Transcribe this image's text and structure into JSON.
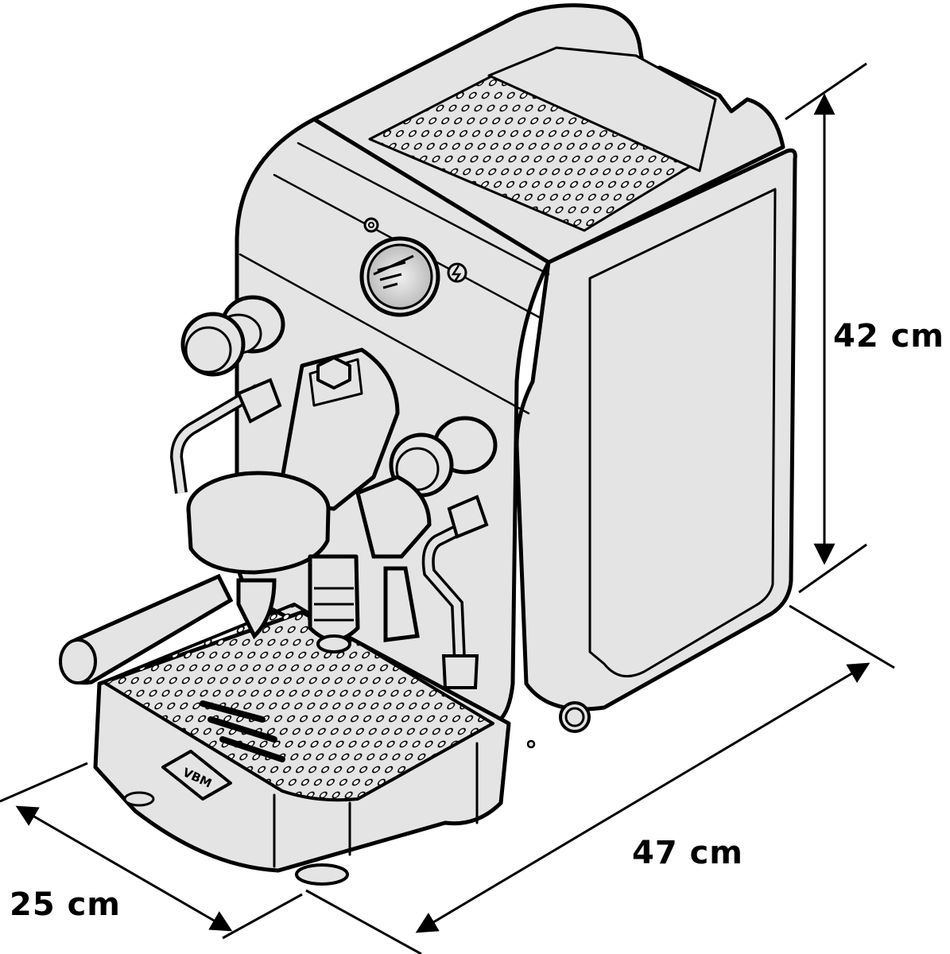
{
  "dimensions": {
    "height": "42 cm",
    "width": "47 cm",
    "depth": "25 cm"
  },
  "brand_badge": "VBM",
  "colors": {
    "body_fill": "#e4e4e4",
    "line": "#000000",
    "background": "#ffffff"
  }
}
